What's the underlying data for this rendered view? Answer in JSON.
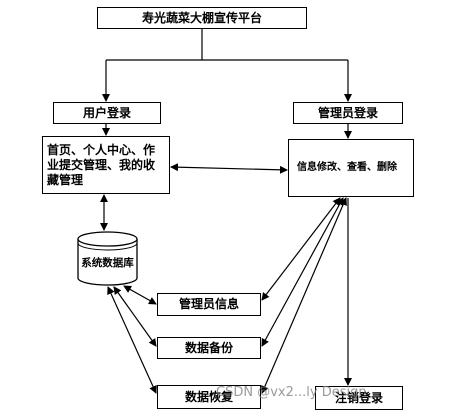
{
  "title": "寿光蔬菜大棚宣传平台",
  "nodes": {
    "user_login": "用户登录",
    "admin_login": "管理员登录",
    "user_functions": "首页、个人中心、作业提交管理、我的收藏管理",
    "admin_functions": "信息修改、查看、删除",
    "database": "系统数据库",
    "admin_info": "管理员信息",
    "data_backup": "数据备份",
    "data_restore": "数据恢复",
    "logout": "注销登录"
  },
  "watermark": "CSDN @vx2...ly Design"
}
